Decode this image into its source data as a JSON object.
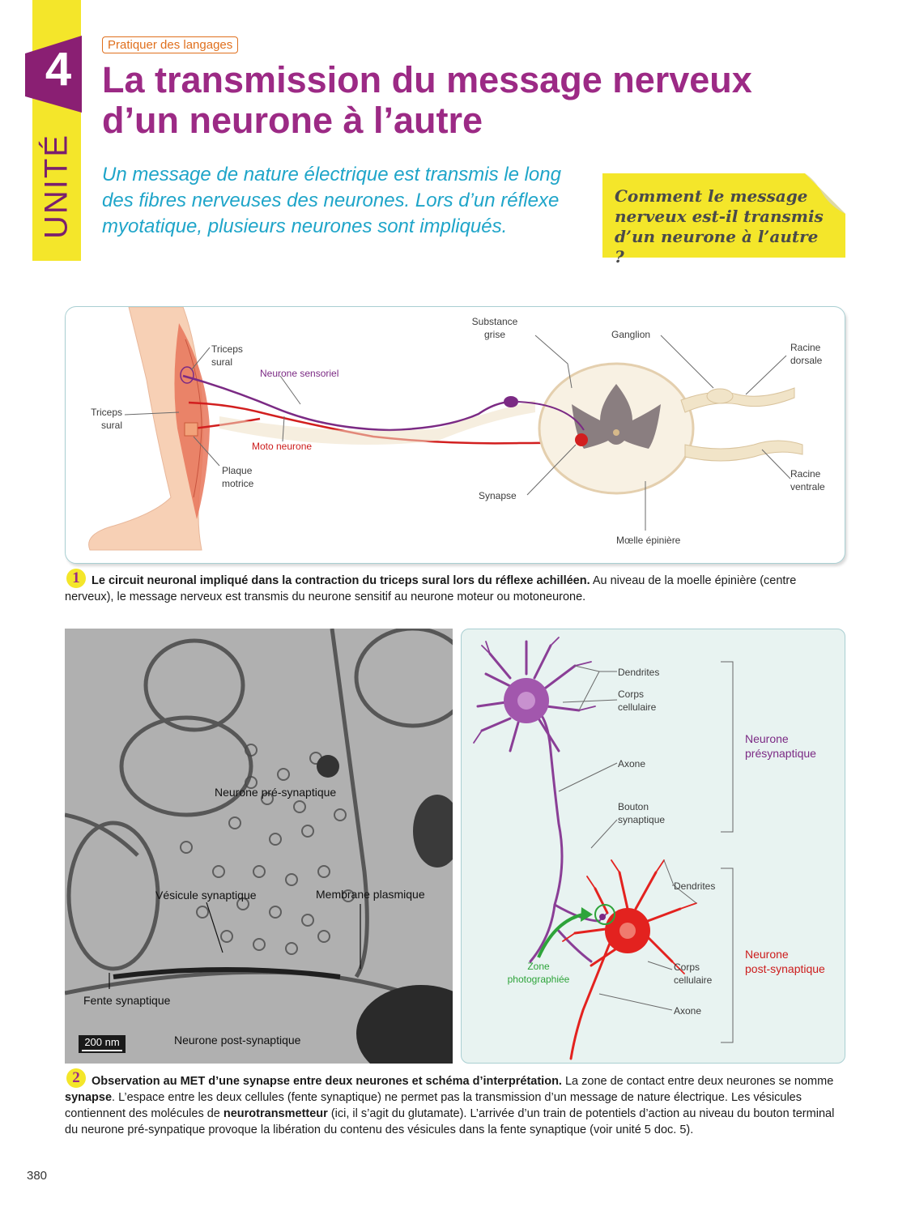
{
  "unit": {
    "number": "4",
    "word": "UNITÉ"
  },
  "tag": "Pratiquer des langages",
  "title": "La transmission du message nerveux d’un neurone à l’autre",
  "intro": "Un message de nature électrique est transmis le long des fibres nerveuses des neurones. Lors d’un réflexe myotatique, plusieurs neurones sont impliqués.",
  "question": "Comment le message nerveux est-il transmis d’un neurone à l’autre ?",
  "doc1": {
    "labels": {
      "triceps_top": "Triceps\nsural",
      "triceps_left": "Triceps\nsural",
      "sensory": "Neurone sensoriel",
      "motor": "Moto neurone",
      "plaque": "Plaque\nmotrice",
      "substance": "Substance\ngrise",
      "ganglion": "Ganglion",
      "racine_dorsale": "Racine\ndorsale",
      "racine_ventrale": "Racine\nventrale",
      "synapse": "Synapse",
      "moelle": "Mœlle épinière"
    },
    "number": "1",
    "caption_bold": "Le circuit neuronal impliqué dans la contraction du triceps sural lors du réflexe achilléen.",
    "caption_text": " Au niveau de la moelle épinière (centre nerveux), le message nerveux est transmis du neurone sensitif au neurone moteur ou motoneurone."
  },
  "doc2": {
    "photo_labels": {
      "pre": "Neurone pré-synaptique",
      "vesicule": "Vésicule synaptique",
      "membrane": "Membrane plasmique",
      "fente": "Fente synaptique",
      "post": "Neurone post-synaptique",
      "scale": "200 nm"
    },
    "schema_labels": {
      "dendrites1": "Dendrites",
      "corps1": "Corps\ncellulaire",
      "axone1": "Axone",
      "bouton": "Bouton\nsynaptique",
      "pre_title": "Neurone\nprésynaptique",
      "dendrites2": "Dendrites",
      "corps2": "Corps\ncellulaire",
      "axone2": "Axone",
      "post_title": "Neurone\npost-synaptique",
      "zone": "Zone\nphotographiée"
    },
    "number": "2",
    "caption_bold": "Observation au MET d’une synapse entre deux neurones et schéma d’interprétation.",
    "caption_1": " La zone de contact entre deux neurones se nomme ",
    "caption_synapse": "synapse",
    "caption_2": ". L’espace entre les deux cellules (fente synaptique) ne permet pas la transmission d’un message de nature électrique. Les vésicules contiennent des molécules de ",
    "caption_neuro": "neurotransmetteur",
    "caption_3": " (ici, il s’agit du glutamate). L’arrivée d’un train de potentiels d’action au niveau du bouton terminal du neurone pré-synpatique provoque la libération du contenu des vésicules dans la fente synaptique (voir unité 5 doc. 5)."
  },
  "page_number": "380",
  "colors": {
    "accent_purple": "#9c2a85",
    "accent_yellow": "#f4e62a",
    "accent_cyan": "#1fa5c9",
    "tag_orange": "#e0701e"
  }
}
